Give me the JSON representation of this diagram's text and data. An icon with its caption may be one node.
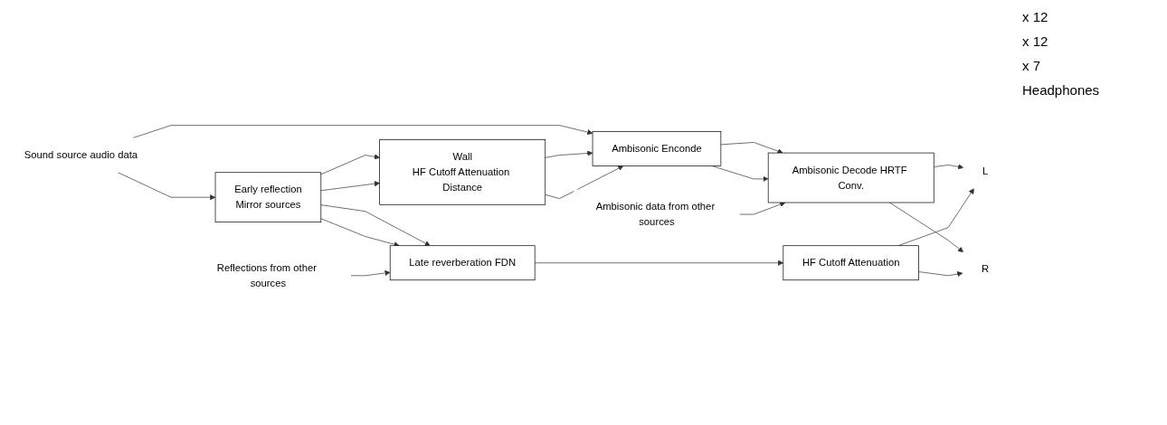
{
  "diagram": {
    "nodes": [
      {
        "text": [
          "Sound source audio data"
        ]
      },
      {
        "text": [
          "Early reflection",
          "Mirror sources"
        ]
      },
      {
        "text": [
          "Wall",
          "HF Cutoff Attenuation Distance"
        ]
      },
      {
        "text": [
          "Ambisonic Enconde"
        ]
      },
      {
        "text": [
          "Ambisonic Decode HRTF Conv."
        ]
      },
      {
        "text": [
          "Reflections from other sources"
        ]
      },
      {
        "text": [
          "Late reverberation FDN"
        ]
      },
      {
        "text": [
          "HF Cutoff Attenuation"
        ]
      },
      {
        "text": [
          "Ambisonic data from other sources"
        ]
      },
      {
        "text": [
          "L"
        ]
      },
      {
        "text": [
          "R"
        ]
      }
    ],
    "edges": [
      {
        "from": 0,
        "to": 3,
        "arrow": "to"
      },
      {
        "from": 0,
        "to": 1,
        "arrow": "to"
      },
      {
        "from": 1,
        "to": 2,
        "arrow": "to"
      },
      {
        "from": 1,
        "to": 2,
        "arrow": "to"
      },
      {
        "from": 1,
        "to": 6,
        "arrow": "to"
      },
      {
        "from": 1,
        "to": 6,
        "arrow": "to"
      },
      {
        "from": 5,
        "to": 6,
        "arrow": "to"
      },
      {
        "from": 2,
        "to": 3,
        "arrow": "to"
      },
      {
        "from": 2,
        "to": 3,
        "arrow": "to"
      },
      {
        "from": 3,
        "to": 4,
        "arrow": "to"
      },
      {
        "from": 3,
        "to": 4,
        "arrow": "to"
      },
      {
        "from": 8,
        "to": 4,
        "arrow": "to"
      },
      {
        "from": 4,
        "to": 9,
        "arrow": "to"
      },
      {
        "from": 4,
        "to": 10,
        "arrow": "to"
      },
      {
        "from": 6,
        "to": 7,
        "arrow": "to"
      },
      {
        "from": 7,
        "to": 9,
        "arrow": "to"
      },
      {
        "from": 7,
        "to": 10,
        "arrow": "to"
      }
    ],
    "labels": [
      "x 12",
      "x 12",
      "x 7",
      "Headphones"
    ]
  }
}
